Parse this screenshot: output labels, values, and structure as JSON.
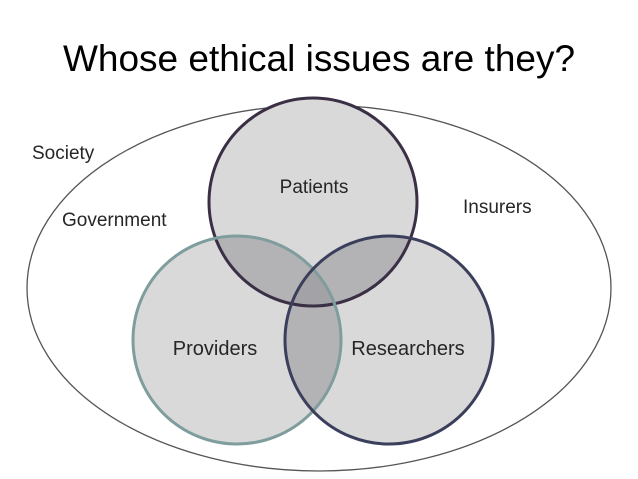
{
  "title": "Whose ethical issues are they?",
  "outer_labels": {
    "society": "Society",
    "government": "Government",
    "insurers": "Insurers"
  },
  "circles": {
    "patients": "Patients",
    "providers": "Providers",
    "researchers": "Researchers"
  },
  "colors": {
    "circle_fill": "#d9d9d9",
    "overlap_fill": "#b0b0b4",
    "patients_stroke": "#3a2f45",
    "providers_stroke": "#7f9d9d",
    "researchers_stroke": "#3b3f5c",
    "ellipse_stroke": "#555555"
  }
}
